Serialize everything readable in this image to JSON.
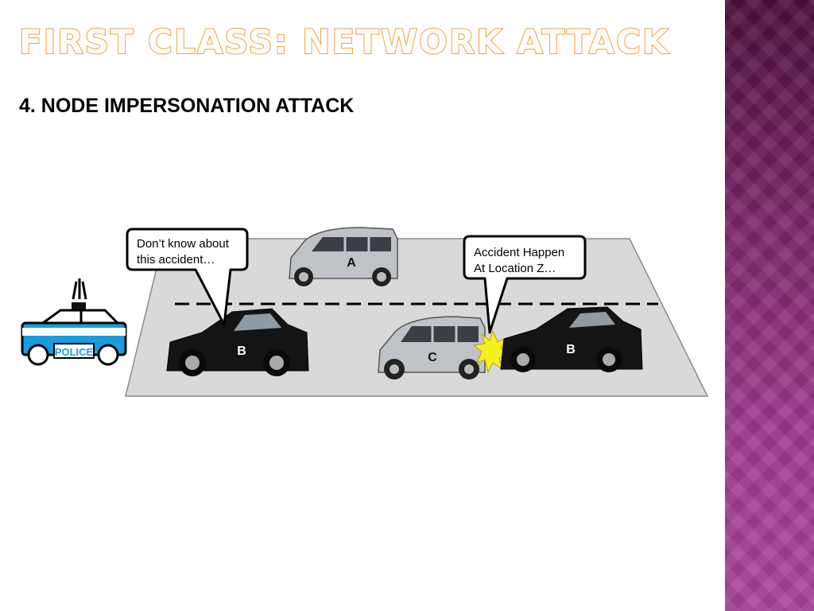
{
  "slide": {
    "title": "FIRST CLASS: NETWORK ATTACK",
    "subtitle": "4. NODE IMPERSONATION ATTACK"
  },
  "diagram": {
    "police_label": "POLICE",
    "car_a_label": "A",
    "car_b_left_label": "B",
    "car_c_label": "C",
    "car_b_right_label": "B",
    "bubble_left_line1": "Don’t know about",
    "bubble_left_line2": "this accident…",
    "bubble_right_line1": "Accident  Happen",
    "bubble_right_line2": "At Location Z…"
  }
}
